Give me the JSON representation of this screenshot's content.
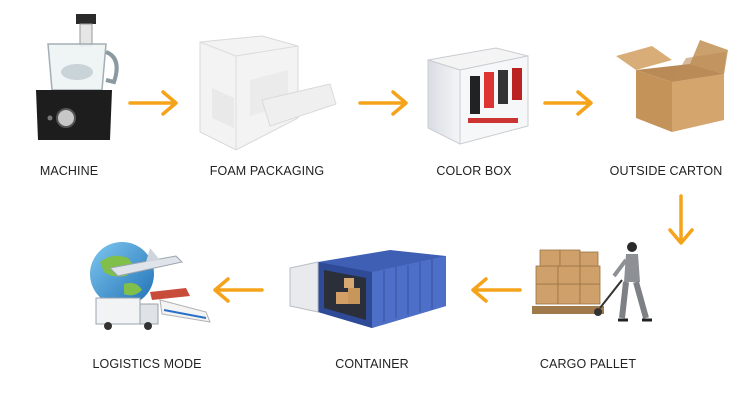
{
  "diagram": {
    "steps": [
      {
        "label": "MACHINE"
      },
      {
        "label": "FOAM PACKAGING"
      },
      {
        "label": "COLOR BOX"
      },
      {
        "label": "OUTSIDE CARTON"
      },
      {
        "label": "CARGO PALLET"
      },
      {
        "label": "CONTAINER"
      },
      {
        "label": "LOGISTICS MODE"
      }
    ],
    "colors": {
      "arrow": "#f5a31a",
      "carton": "#c99a63",
      "container": "#3f5fb4",
      "machine": "#1d1d1d"
    }
  }
}
